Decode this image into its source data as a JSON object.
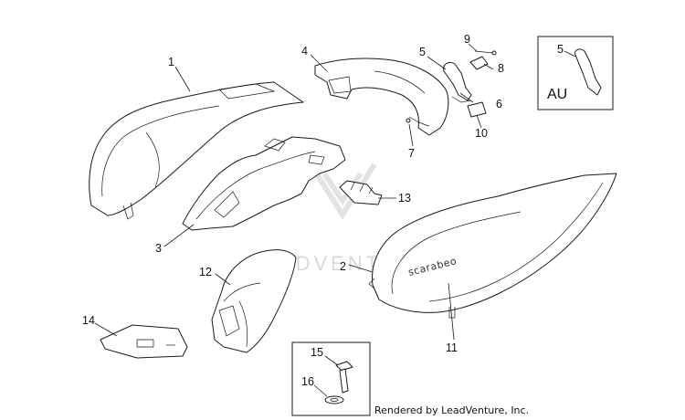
{
  "callouts": {
    "c1": "1",
    "c2": "2",
    "c3": "3",
    "c4": "4",
    "c5": "5",
    "c5au": "5",
    "c6": "6",
    "c7": "7",
    "c8": "8",
    "c9": "9",
    "c10": "10",
    "c11": "11",
    "c12": "12",
    "c13": "13",
    "c14": "14",
    "c15": "15",
    "c16": "16"
  },
  "au_label": "AU",
  "brand_text": "scarabeo",
  "watermark_text": "LEADVENTURE",
  "footer_text": "Rendered by LeadVenture, Inc.",
  "colors": {
    "line": "#1a1a1a",
    "watermark": "#d9d9d9",
    "background": "#ffffff"
  }
}
